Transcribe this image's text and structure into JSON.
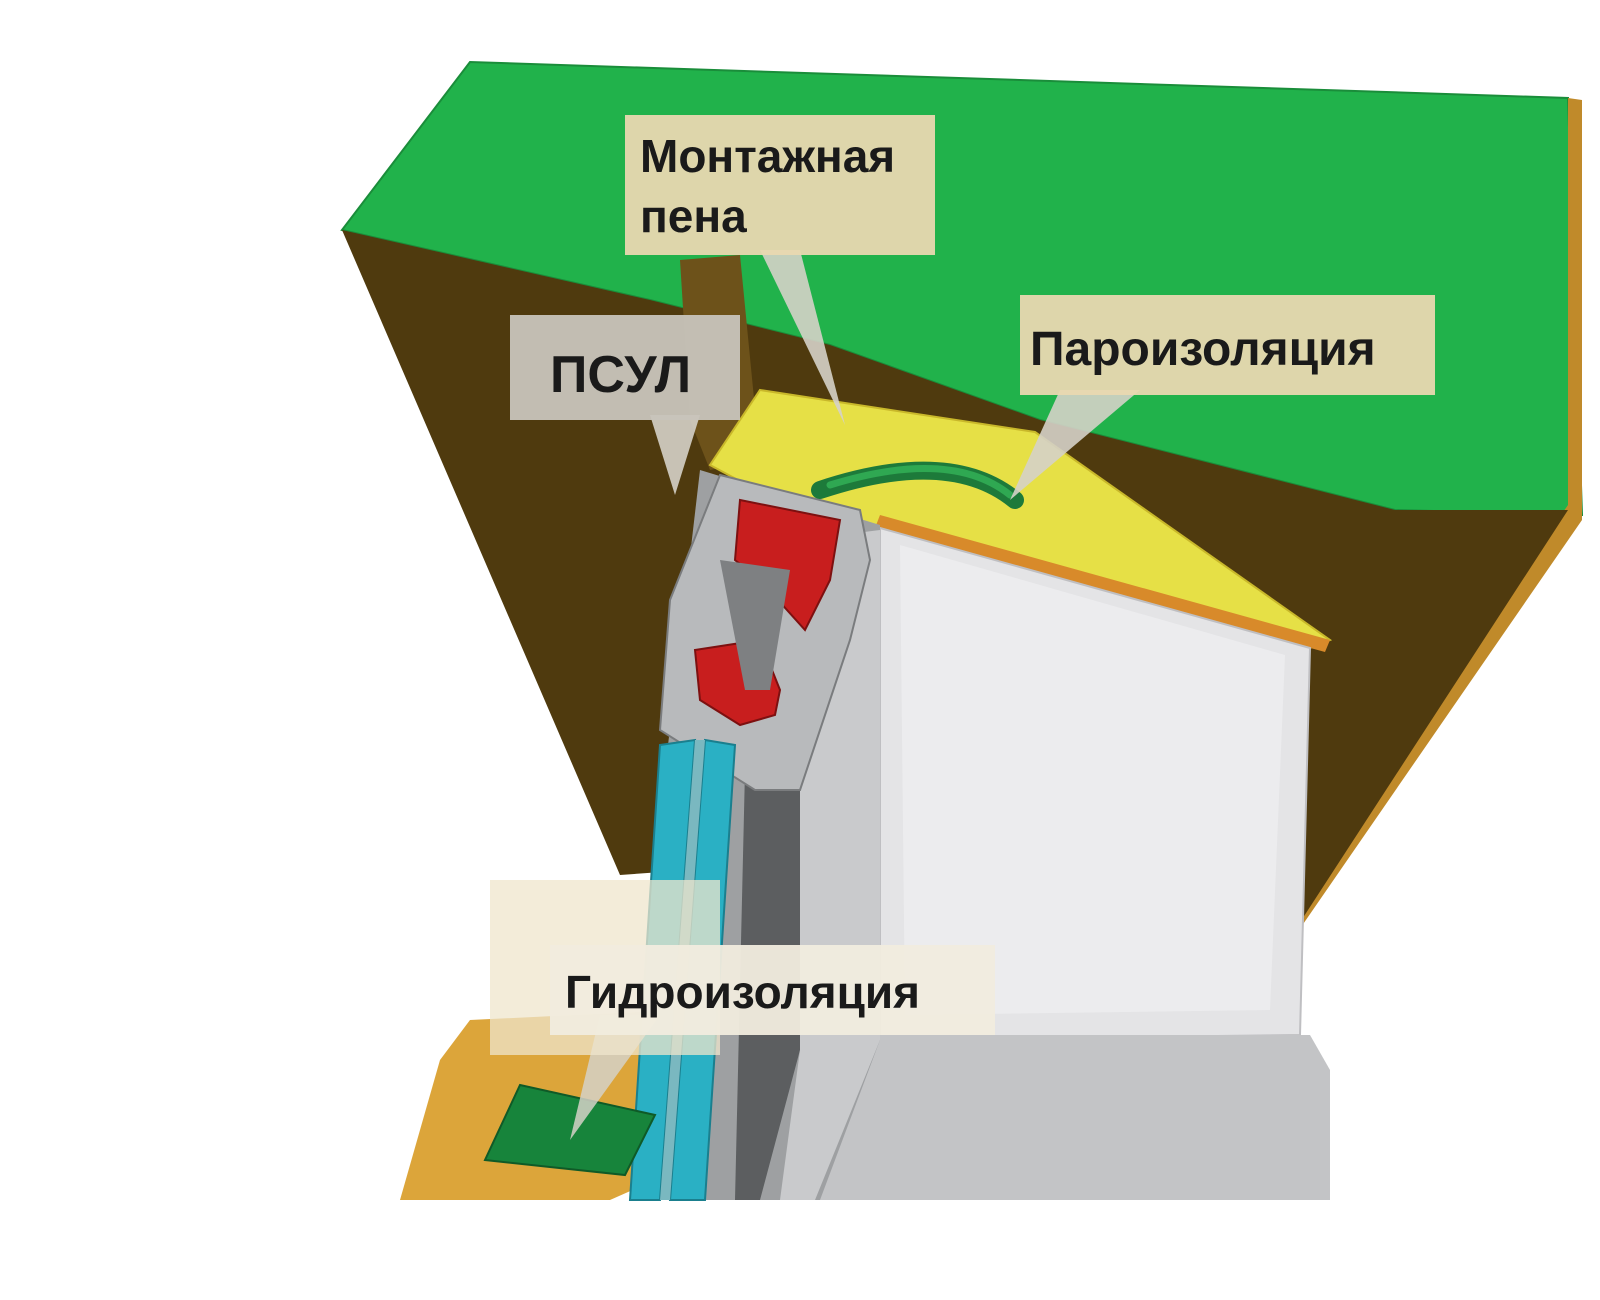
{
  "labels": {
    "mounting_foam": {
      "line1": "Монтажная",
      "line2": "пена"
    },
    "psul": "ПСУЛ",
    "vapor_barrier": "Пароизоляция",
    "waterproofing": "Гидроизоляция"
  },
  "colors": {
    "wall_top": "#21b24b",
    "wall_body": "#4f3a0e",
    "foam": "#e6e046",
    "frame_grey": "#9ea0a2",
    "sash_light": "#e4e4e6",
    "reinforcement_red": "#c81e1e",
    "glass": "#2ab0c4",
    "label_box": "#e9d8b0",
    "label_box_grey": "#c8c4bc",
    "sill": "#dca53a"
  }
}
